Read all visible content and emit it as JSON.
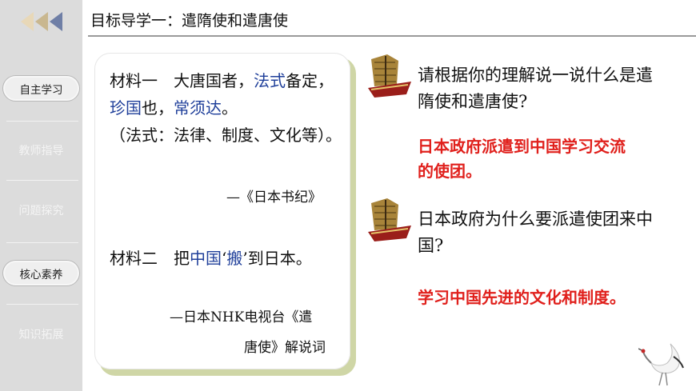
{
  "sidebar": {
    "items": [
      {
        "label": "自主学习",
        "active": true
      },
      {
        "label": "教师指导",
        "active": false
      },
      {
        "label": "问题探究",
        "active": false
      },
      {
        "label": "核心素养",
        "active": true
      },
      {
        "label": "知识拓展",
        "active": false
      }
    ]
  },
  "header": {
    "title": "目标导学一：遣隋使和遣唐使"
  },
  "material": {
    "m1": {
      "p1": "材料一　大唐国者，",
      "p2": "法式",
      "p3": "备定，",
      "p4": "珍国",
      "p5": "也，",
      "p6": "常须达",
      "p7": "。",
      "note": "（法式：法律、制度、文化等）。",
      "source": "—《日本书纪》"
    },
    "m2": {
      "p1": "材料二　把",
      "p2": "中国",
      "p3": "‘",
      "p4": "搬",
      "p5": "’到日本。",
      "source1": "—日本NHK电视台《遣",
      "source2": "唐使》解说词"
    }
  },
  "qa": {
    "q1": "请根据你的理解说一说什么是遣隋使和遣唐使?",
    "a1": "日本政府派遣到中国学习交流的使团。",
    "q2": "日本政府为什么要派遣使团来中国?",
    "a2": "学习中国先进的文化和制度。"
  },
  "colors": {
    "sidebar_bg": "#dcdcdc",
    "keyword_blue": "#1f3f9a",
    "answer_red": "#e0201c",
    "card_shadow": "#cfd6a6"
  },
  "icons": [
    "back-arrows-icon",
    "ship-icon",
    "crane-icon"
  ]
}
